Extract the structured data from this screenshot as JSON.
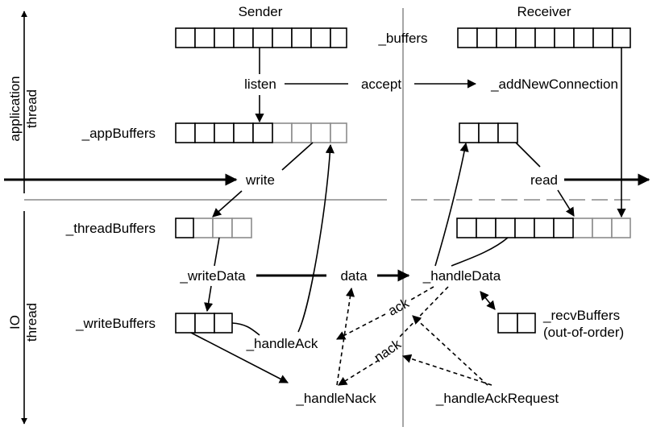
{
  "columns": {
    "sender": "Sender",
    "receiver": "Receiver"
  },
  "side_labels": {
    "application_line1": "application",
    "application_line2": "thread",
    "io_line1": "IO",
    "io_line2": "thread"
  },
  "buffers": {
    "buffers": "_buffers",
    "appBuffers": "_appBuffers",
    "threadBuffers": "_threadBuffers",
    "writeBuffers": "_writeBuffers",
    "recvBuffers_line1": "_recvBuffers",
    "recvBuffers_line2": "(out-of-order)"
  },
  "operations": {
    "listen": "listen",
    "accept": "accept",
    "addNewConnection": "_addNewConnection",
    "write": "write",
    "read": "read",
    "writeData": "_writeData",
    "data": "data",
    "handleData": "_handleData",
    "handleAck": "_handleAck",
    "handleNack": "_handleNack",
    "handleAckRequest": "_handleAckRequest",
    "ack": "ack",
    "nack": "nack"
  },
  "colors": {
    "line": "#000000",
    "empty_cell": "#8c8c8c",
    "divider": "#a6a6a6"
  }
}
